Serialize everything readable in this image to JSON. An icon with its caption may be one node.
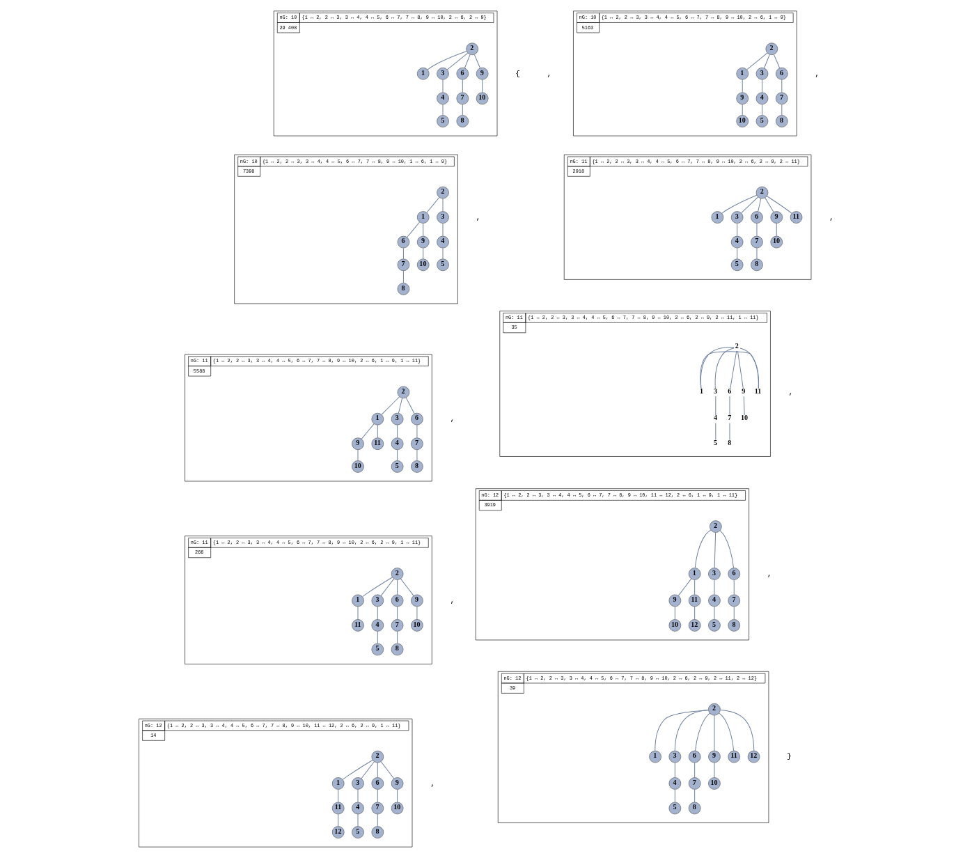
{
  "diagram": {
    "nodes": [
      {
        "text": [
          "nG: 10",
          "{1 ↔ 2, 2 ↔ 3, 3 ↔ 4, 4 ↔ 5, 6 ↔ 7, 7 ↔ 8, 9 ↔ 10, 2 ↔ 6, 2 ↔ 9}",
          "29 408"
        ]
      },
      {
        "text": [
          "1"
        ],
        "in": 0
      },
      {
        "text": [
          "2"
        ],
        "in": 0
      },
      {
        "text": [
          "3"
        ],
        "in": 0
      },
      {
        "text": [
          "4"
        ],
        "in": 0
      },
      {
        "text": [
          "5"
        ],
        "in": 0
      },
      {
        "text": [
          "6"
        ],
        "in": 0
      },
      {
        "text": [
          "7"
        ],
        "in": 0
      },
      {
        "text": [
          "8"
        ],
        "in": 0
      },
      {
        "text": [
          "9"
        ],
        "in": 0
      },
      {
        "text": [
          "10"
        ],
        "in": 0
      },
      {
        "text": [
          "nG: 10",
          "{1 ↔ 2, 2 ↔ 3, 3 ↔ 4, 4 ↔ 5, 6 ↔ 7, 7 ↔ 8, 9 ↔ 10, 2 ↔ 6, 1 ↔ 9}",
          "5163"
        ]
      },
      {
        "text": [
          "1"
        ],
        "in": 11
      },
      {
        "text": [
          "2"
        ],
        "in": 11
      },
      {
        "text": [
          "3"
        ],
        "in": 11
      },
      {
        "text": [
          "4"
        ],
        "in": 11
      },
      {
        "text": [
          "5"
        ],
        "in": 11
      },
      {
        "text": [
          "6"
        ],
        "in": 11
      },
      {
        "text": [
          "7"
        ],
        "in": 11
      },
      {
        "text": [
          "8"
        ],
        "in": 11
      },
      {
        "text": [
          "9"
        ],
        "in": 11
      },
      {
        "text": [
          "10"
        ],
        "in": 11
      },
      {
        "text": [
          "nG: 10",
          "{1 ↔ 2, 2 ↔ 3, 3 ↔ 4, 4 ↔ 5, 6 ↔ 7, 7 ↔ 8, 9 ↔ 10, 1 ↔ 6, 1 ↔ 9}",
          "7398"
        ]
      },
      {
        "text": [
          "1"
        ],
        "in": 22
      },
      {
        "text": [
          "2"
        ],
        "in": 22
      },
      {
        "text": [
          "3"
        ],
        "in": 22
      },
      {
        "text": [
          "4"
        ],
        "in": 22
      },
      {
        "text": [
          "5"
        ],
        "in": 22
      },
      {
        "text": [
          "6"
        ],
        "in": 22
      },
      {
        "text": [
          "7"
        ],
        "in": 22
      },
      {
        "text": [
          "8"
        ],
        "in": 22
      },
      {
        "text": [
          "9"
        ],
        "in": 22
      },
      {
        "text": [
          "10"
        ],
        "in": 22
      },
      {
        "text": [
          "nG: 11",
          "{1 ↔ 2, 2 ↔ 3, 3 ↔ 4, 4 ↔ 5, 6 ↔ 7, 7 ↔ 8, 9 ↔ 10, 2 ↔ 6, 2 ↔ 9, 2 ↔ 11}",
          "2918"
        ]
      },
      {
        "text": [
          "1"
        ],
        "in": 33
      },
      {
        "text": [
          "2"
        ],
        "in": 33
      },
      {
        "text": [
          "3"
        ],
        "in": 33
      },
      {
        "text": [
          "4"
        ],
        "in": 33
      },
      {
        "text": [
          "5"
        ],
        "in": 33
      },
      {
        "text": [
          "6"
        ],
        "in": 33
      },
      {
        "text": [
          "7"
        ],
        "in": 33
      },
      {
        "text": [
          "8"
        ],
        "in": 33
      },
      {
        "text": [
          "9"
        ],
        "in": 33
      },
      {
        "text": [
          "10"
        ],
        "in": 33
      },
      {
        "text": [
          "11"
        ],
        "in": 33
      },
      {
        "text": [
          "nG: 11",
          "{1 ↔ 2, 2 ↔ 3, 3 ↔ 4, 4 ↔ 5, 6 ↔ 7, 7 ↔ 8, 9 ↔ 10, 2 ↔ 6, 1 ↔ 9, 1 ↔ 11}",
          "5588"
        ]
      },
      {
        "text": [
          "1"
        ],
        "in": 45
      },
      {
        "text": [
          "2"
        ],
        "in": 45
      },
      {
        "text": [
          "3"
        ],
        "in": 45
      },
      {
        "text": [
          "4"
        ],
        "in": 45
      },
      {
        "text": [
          "5"
        ],
        "in": 45
      },
      {
        "text": [
          "6"
        ],
        "in": 45
      },
      {
        "text": [
          "7"
        ],
        "in": 45
      },
      {
        "text": [
          "8"
        ],
        "in": 45
      },
      {
        "text": [
          "9"
        ],
        "in": 45
      },
      {
        "text": [
          "10"
        ],
        "in": 45
      },
      {
        "text": [
          "11"
        ],
        "in": 45
      },
      {
        "text": [
          "nG: 11",
          "{1 ↔ 2, 2 ↔ 3, 3 ↔ 4, 4 ↔ 5, 6 ↔ 7, 7 ↔ 8, 9 ↔ 10, 2 ↔ 6, 2 ↔ 9, 2 ↔ 11, 1 ↔ 11}",
          "35"
        ]
      },
      {
        "text": [
          "1"
        ],
        "in": 57
      },
      {
        "text": [
          "2"
        ],
        "in": 57
      },
      {
        "text": [
          "3"
        ],
        "in": 57
      },
      {
        "text": [
          "4"
        ],
        "in": 57
      },
      {
        "text": [
          "5"
        ],
        "in": 57
      },
      {
        "text": [
          "6"
        ],
        "in": 57
      },
      {
        "text": [
          "7"
        ],
        "in": 57
      },
      {
        "text": [
          "8"
        ],
        "in": 57
      },
      {
        "text": [
          "9"
        ],
        "in": 57
      },
      {
        "text": [
          "10"
        ],
        "in": 57
      },
      {
        "text": [
          "11"
        ],
        "in": 57
      },
      {
        "text": [
          "nG: 11",
          "{1 ↔ 2, 2 ↔ 3, 3 ↔ 4, 4 ↔ 5, 6 ↔ 7, 7 ↔ 8, 9 ↔ 10, 2 ↔ 6, 2 ↔ 9, 1 ↔ 11}",
          "266"
        ]
      },
      {
        "text": [
          "1"
        ],
        "in": 69
      },
      {
        "text": [
          "2"
        ],
        "in": 69
      },
      {
        "text": [
          "3"
        ],
        "in": 69
      },
      {
        "text": [
          "4"
        ],
        "in": 69
      },
      {
        "text": [
          "5"
        ],
        "in": 69
      },
      {
        "text": [
          "6"
        ],
        "in": 69
      },
      {
        "text": [
          "7"
        ],
        "in": 69
      },
      {
        "text": [
          "8"
        ],
        "in": 69
      },
      {
        "text": [
          "9"
        ],
        "in": 69
      },
      {
        "text": [
          "10"
        ],
        "in": 69
      },
      {
        "text": [
          "11"
        ],
        "in": 69
      },
      {
        "text": [
          "nG: 12",
          "{1 ↔ 2, 2 ↔ 3, 3 ↔ 4, 4 ↔ 5, 6 ↔ 7, 7 ↔ 8, 9 ↔ 10, 11 ↔ 12, 2 ↔ 6, 1 ↔ 9, 1 ↔ 11}",
          "3919"
        ]
      },
      {
        "text": [
          "1"
        ],
        "in": 81
      },
      {
        "text": [
          "2"
        ],
        "in": 81
      },
      {
        "text": [
          "3"
        ],
        "in": 81
      },
      {
        "text": [
          "4"
        ],
        "in": 81
      },
      {
        "text": [
          "5"
        ],
        "in": 81
      },
      {
        "text": [
          "6"
        ],
        "in": 81
      },
      {
        "text": [
          "7"
        ],
        "in": 81
      },
      {
        "text": [
          "8"
        ],
        "in": 81
      },
      {
        "text": [
          "9"
        ],
        "in": 81
      },
      {
        "text": [
          "10"
        ],
        "in": 81
      },
      {
        "text": [
          "11"
        ],
        "in": 81
      },
      {
        "text": [
          "12"
        ],
        "in": 81
      },
      {
        "text": [
          "nG: 12",
          "{1 ↔ 2, 2 ↔ 3, 3 ↔ 4, 4 ↔ 5, 6 ↔ 7, 7 ↔ 8, 9 ↔ 10, 11 ↔ 12, 2 ↔ 6, 2 ↔ 9, 1 ↔ 11}",
          "14"
        ]
      },
      {
        "text": [
          "1"
        ],
        "in": 94
      },
      {
        "text": [
          "2"
        ],
        "in": 94
      },
      {
        "text": [
          "3"
        ],
        "in": 94
      },
      {
        "text": [
          "4"
        ],
        "in": 94
      },
      {
        "text": [
          "5"
        ],
        "in": 94
      },
      {
        "text": [
          "6"
        ],
        "in": 94
      },
      {
        "text": [
          "7"
        ],
        "in": 94
      },
      {
        "text": [
          "8"
        ],
        "in": 94
      },
      {
        "text": [
          "9"
        ],
        "in": 94
      },
      {
        "text": [
          "10"
        ],
        "in": 94
      },
      {
        "text": [
          "11"
        ],
        "in": 94
      },
      {
        "text": [
          "12"
        ],
        "in": 94
      },
      {
        "text": [
          "nG: 12",
          "{1 ↔ 2, 2 ↔ 3, 3 ↔ 4, 4 ↔ 5, 6 ↔ 7, 7 ↔ 8, 9 ↔ 10, 2 ↔ 6, 2 ↔ 9, 2 ↔ 11, 2 ↔ 12}",
          "39"
        ]
      },
      {
        "text": [
          "1"
        ],
        "in": 107
      },
      {
        "text": [
          "2"
        ],
        "in": 107
      },
      {
        "text": [
          "3"
        ],
        "in": 107
      },
      {
        "text": [
          "4"
        ],
        "in": 107
      },
      {
        "text": [
          "5"
        ],
        "in": 107
      },
      {
        "text": [
          "6"
        ],
        "in": 107
      },
      {
        "text": [
          "7"
        ],
        "in": 107
      },
      {
        "text": [
          "8"
        ],
        "in": 107
      },
      {
        "text": [
          "9"
        ],
        "in": 107
      },
      {
        "text": [
          "10"
        ],
        "in": 107
      },
      {
        "text": [
          "11"
        ],
        "in": 107
      },
      {
        "text": [
          "12"
        ],
        "in": 107
      }
    ],
    "edges": [
      {
        "from": 1,
        "to": 2,
        "arrow": "none"
      },
      {
        "from": 2,
        "to": 3,
        "arrow": "none"
      },
      {
        "from": 3,
        "to": 4,
        "arrow": "none"
      },
      {
        "from": 4,
        "to": 5,
        "arrow": "none"
      },
      {
        "from": 6,
        "to": 7,
        "arrow": "none"
      },
      {
        "from": 7,
        "to": 8,
        "arrow": "none"
      },
      {
        "from": 9,
        "to": 10,
        "arrow": "none"
      },
      {
        "from": 2,
        "to": 6,
        "arrow": "none"
      },
      {
        "from": 2,
        "to": 9,
        "arrow": "none"
      },
      {
        "from": 12,
        "to": 13,
        "arrow": "none"
      },
      {
        "from": 13,
        "to": 14,
        "arrow": "none"
      },
      {
        "from": 14,
        "to": 15,
        "arrow": "none"
      },
      {
        "from": 15,
        "to": 16,
        "arrow": "none"
      },
      {
        "from": 17,
        "to": 18,
        "arrow": "none"
      },
      {
        "from": 18,
        "to": 19,
        "arrow": "none"
      },
      {
        "from": 20,
        "to": 21,
        "arrow": "none"
      },
      {
        "from": 13,
        "to": 17,
        "arrow": "none"
      },
      {
        "from": 12,
        "to": 20,
        "arrow": "none"
      },
      {
        "from": 23,
        "to": 24,
        "arrow": "none"
      },
      {
        "from": 24,
        "to": 25,
        "arrow": "none"
      },
      {
        "from": 25,
        "to": 26,
        "arrow": "none"
      },
      {
        "from": 26,
        "to": 27,
        "arrow": "none"
      },
      {
        "from": 28,
        "to": 29,
        "arrow": "none"
      },
      {
        "from": 29,
        "to": 30,
        "arrow": "none"
      },
      {
        "from": 31,
        "to": 32,
        "arrow": "none"
      },
      {
        "from": 23,
        "to": 28,
        "arrow": "none"
      },
      {
        "from": 23,
        "to": 31,
        "arrow": "none"
      },
      {
        "from": 34,
        "to": 35,
        "arrow": "none"
      },
      {
        "from": 35,
        "to": 36,
        "arrow": "none"
      },
      {
        "from": 36,
        "to": 37,
        "arrow": "none"
      },
      {
        "from": 37,
        "to": 38,
        "arrow": "none"
      },
      {
        "from": 39,
        "to": 40,
        "arrow": "none"
      },
      {
        "from": 40,
        "to": 41,
        "arrow": "none"
      },
      {
        "from": 42,
        "to": 43,
        "arrow": "none"
      },
      {
        "from": 35,
        "to": 39,
        "arrow": "none"
      },
      {
        "from": 35,
        "to": 42,
        "arrow": "none"
      },
      {
        "from": 35,
        "to": 44,
        "arrow": "none"
      },
      {
        "from": 46,
        "to": 47,
        "arrow": "none"
      },
      {
        "from": 47,
        "to": 48,
        "arrow": "none"
      },
      {
        "from": 48,
        "to": 49,
        "arrow": "none"
      },
      {
        "from": 49,
        "to": 50,
        "arrow": "none"
      },
      {
        "from": 51,
        "to": 52,
        "arrow": "none"
      },
      {
        "from": 52,
        "to": 53,
        "arrow": "none"
      },
      {
        "from": 54,
        "to": 55,
        "arrow": "none"
      },
      {
        "from": 47,
        "to": 51,
        "arrow": "none"
      },
      {
        "from": 46,
        "to": 54,
        "arrow": "none"
      },
      {
        "from": 46,
        "to": 56,
        "arrow": "none"
      },
      {
        "from": 58,
        "to": 59,
        "arrow": "none"
      },
      {
        "from": 59,
        "to": 60,
        "arrow": "none"
      },
      {
        "from": 60,
        "to": 61,
        "arrow": "none"
      },
      {
        "from": 61,
        "to": 62,
        "arrow": "none"
      },
      {
        "from": 63,
        "to": 64,
        "arrow": "none"
      },
      {
        "from": 64,
        "to": 65,
        "arrow": "none"
      },
      {
        "from": 66,
        "to": 67,
        "arrow": "none"
      },
      {
        "from": 59,
        "to": 63,
        "arrow": "none"
      },
      {
        "from": 59,
        "to": 66,
        "arrow": "none"
      },
      {
        "from": 59,
        "to": 68,
        "arrow": "none"
      },
      {
        "from": 58,
        "to": 68,
        "arrow": "none"
      },
      {
        "from": 70,
        "to": 71,
        "arrow": "none"
      },
      {
        "from": 71,
        "to": 72,
        "arrow": "none"
      },
      {
        "from": 72,
        "to": 73,
        "arrow": "none"
      },
      {
        "from": 73,
        "to": 74,
        "arrow": "none"
      },
      {
        "from": 75,
        "to": 76,
        "arrow": "none"
      },
      {
        "from": 76,
        "to": 77,
        "arrow": "none"
      },
      {
        "from": 78,
        "to": 79,
        "arrow": "none"
      },
      {
        "from": 71,
        "to": 75,
        "arrow": "none"
      },
      {
        "from": 71,
        "to": 78,
        "arrow": "none"
      },
      {
        "from": 70,
        "to": 80,
        "arrow": "none"
      },
      {
        "from": 82,
        "to": 83,
        "arrow": "none"
      },
      {
        "from": 83,
        "to": 84,
        "arrow": "none"
      },
      {
        "from": 84,
        "to": 85,
        "arrow": "none"
      },
      {
        "from": 85,
        "to": 86,
        "arrow": "none"
      },
      {
        "from": 87,
        "to": 88,
        "arrow": "none"
      },
      {
        "from": 88,
        "to": 89,
        "arrow": "none"
      },
      {
        "from": 90,
        "to": 91,
        "arrow": "none"
      },
      {
        "from": 92,
        "to": 93,
        "arrow": "none"
      },
      {
        "from": 83,
        "to": 87,
        "arrow": "none"
      },
      {
        "from": 82,
        "to": 90,
        "arrow": "none"
      },
      {
        "from": 82,
        "to": 92,
        "arrow": "none"
      },
      {
        "from": 95,
        "to": 96,
        "arrow": "none"
      },
      {
        "from": 96,
        "to": 97,
        "arrow": "none"
      },
      {
        "from": 97,
        "to": 98,
        "arrow": "none"
      },
      {
        "from": 98,
        "to": 99,
        "arrow": "none"
      },
      {
        "from": 100,
        "to": 101,
        "arrow": "none"
      },
      {
        "from": 101,
        "to": 102,
        "arrow": "none"
      },
      {
        "from": 103,
        "to": 104,
        "arrow": "none"
      },
      {
        "from": 105,
        "to": 106,
        "arrow": "none"
      },
      {
        "from": 96,
        "to": 100,
        "arrow": "none"
      },
      {
        "from": 96,
        "to": 103,
        "arrow": "none"
      },
      {
        "from": 95,
        "to": 105,
        "arrow": "none"
      },
      {
        "from": 108,
        "to": 109,
        "arrow": "none"
      },
      {
        "from": 109,
        "to": 110,
        "arrow": "none"
      },
      {
        "from": 110,
        "to": 111,
        "arrow": "none"
      },
      {
        "from": 111,
        "to": 112,
        "arrow": "none"
      },
      {
        "from": 113,
        "to": 114,
        "arrow": "none"
      },
      {
        "from": 114,
        "to": 115,
        "arrow": "none"
      },
      {
        "from": 116,
        "to": 117,
        "arrow": "none"
      },
      {
        "from": 109,
        "to": 113,
        "arrow": "none"
      },
      {
        "from": 109,
        "to": 116,
        "arrow": "none"
      },
      {
        "from": 109,
        "to": 118,
        "arrow": "none"
      },
      {
        "from": 109,
        "to": 119,
        "arrow": "none"
      }
    ],
    "labels": [
      "{",
      ",",
      ",",
      ",",
      ",",
      ",",
      ",",
      ",",
      ",",
      ",",
      "}"
    ]
  }
}
